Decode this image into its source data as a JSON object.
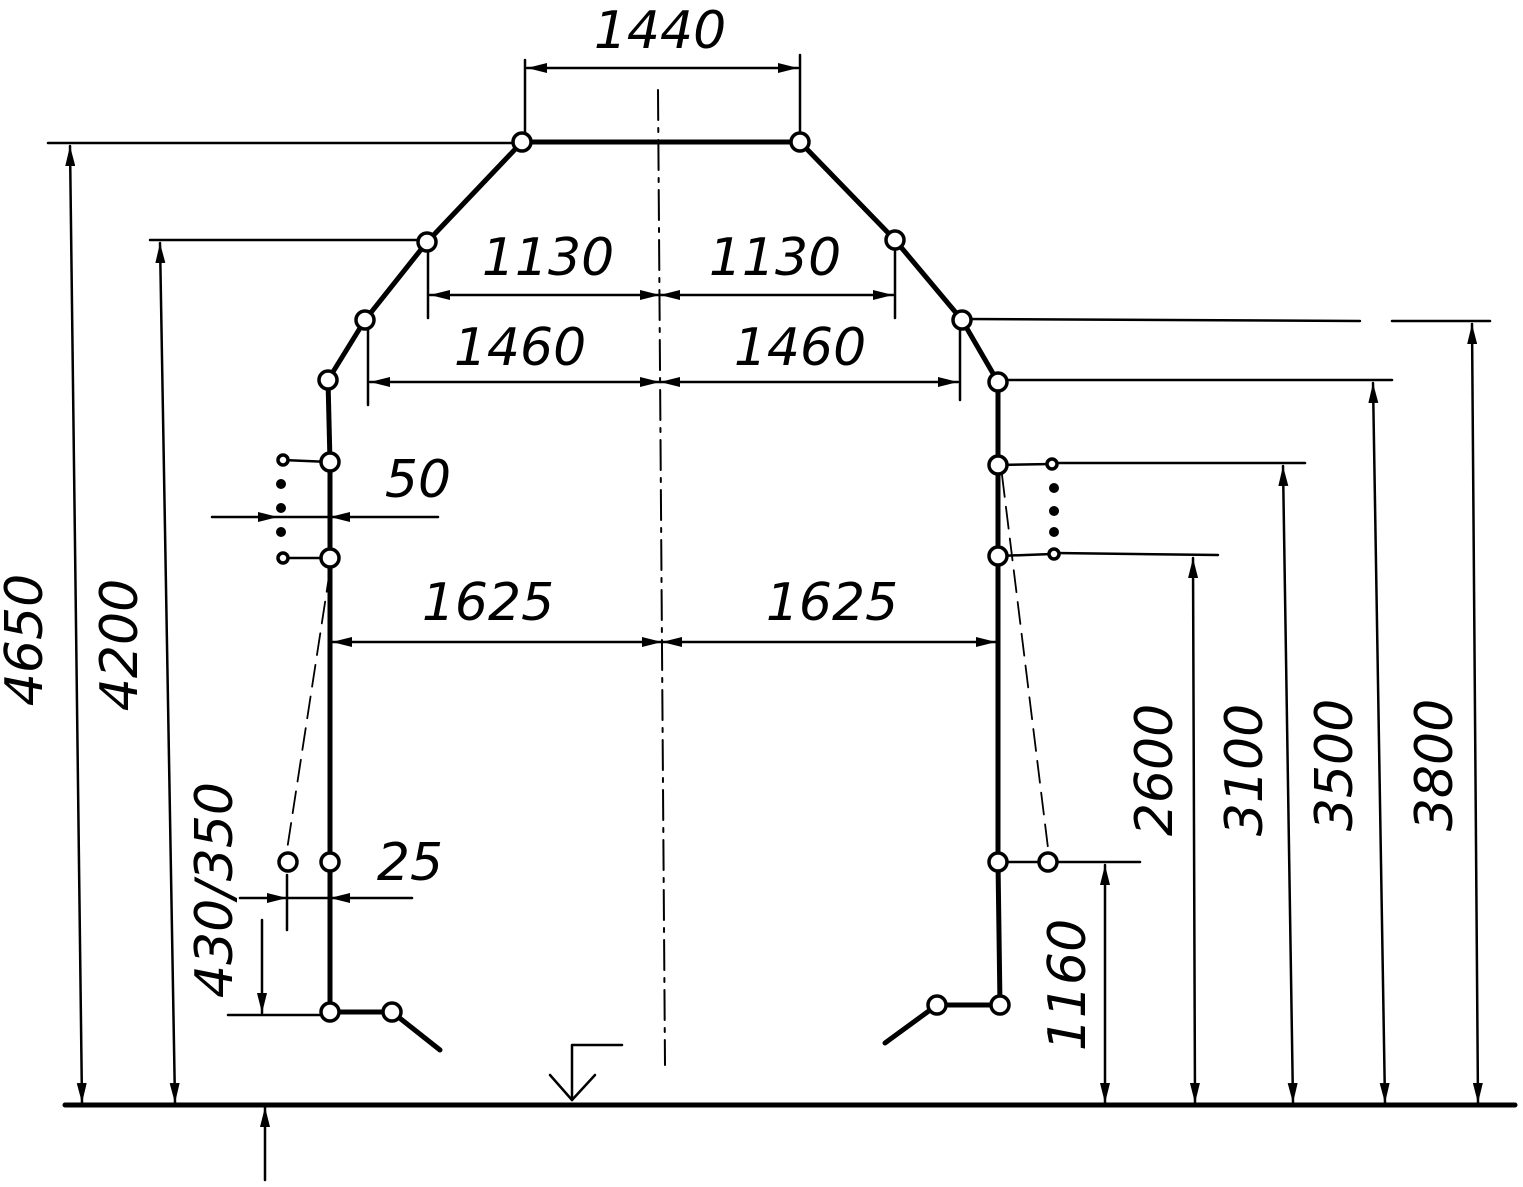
{
  "dimensions": {
    "top_width": "1440",
    "inner_half_left": "1130",
    "inner_half_right": "1130",
    "mid_half_left": "1460",
    "mid_half_right": "1460",
    "half_span_left": "1625",
    "half_span_right": "1625",
    "offset_upper": "50",
    "offset_lower": "25",
    "height_total": "4650",
    "height_left_upper": "4200",
    "height_base": "430/350",
    "height_1160": "1160",
    "height_2600": "2600",
    "height_3100": "3100",
    "height_3500": "3500",
    "height_3800": "3800"
  }
}
